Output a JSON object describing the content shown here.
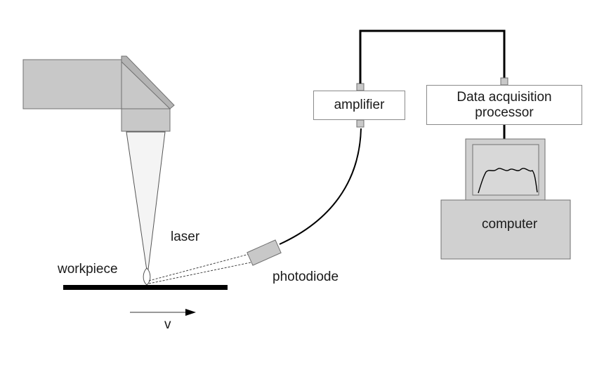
{
  "labels": {
    "amplifier": "amplifier",
    "daq_line1": "Data acquisition",
    "daq_line2": "processor",
    "computer": "computer",
    "laser": "laser",
    "workpiece": "workpiece",
    "photodiode": "photodiode",
    "velocity": "v"
  },
  "colors": {
    "housing_fill": "#c8c8c8",
    "housing_stroke": "#707070",
    "cable": "#000000",
    "box_stroke": "#8a8a8a",
    "computer_fill": "#d0d0d0"
  }
}
